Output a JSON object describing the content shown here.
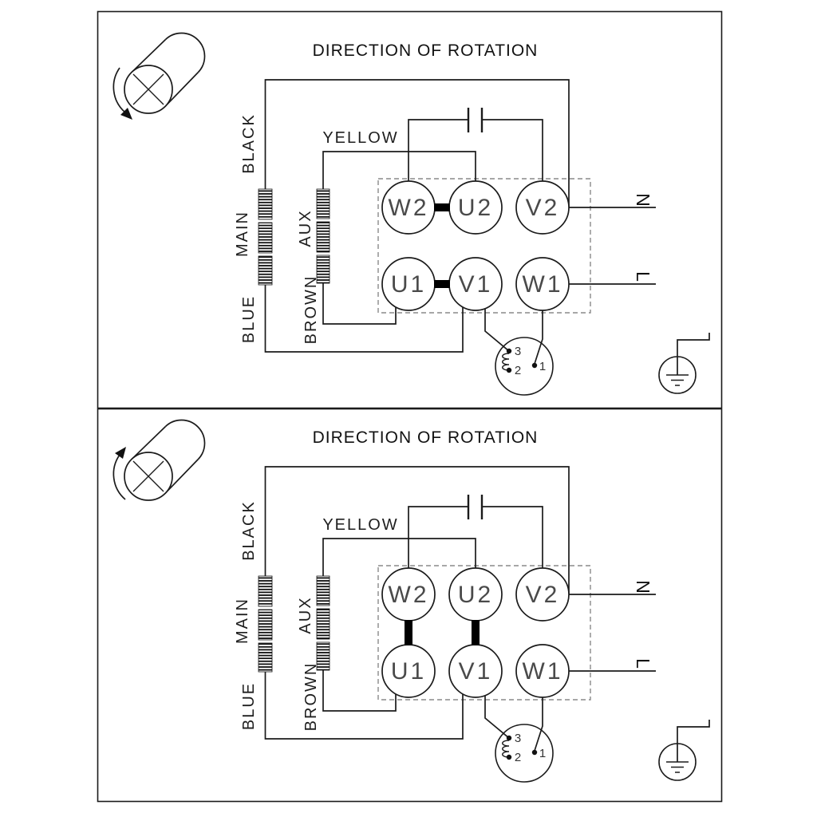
{
  "panels": [
    {
      "title": "DIRECTION OF ROTATION",
      "rotation_direction": "counterclockwise",
      "wire_labels": {
        "black": "BLACK",
        "main": "MAIN",
        "aux": "AUX",
        "blue": "BLUE",
        "brown": "BROWN",
        "yellow": "YELLOW"
      },
      "terminals": {
        "w2": "W2",
        "u2": "U2",
        "v2": "V2",
        "u1": "U1",
        "v1": "V1",
        "w1": "W1"
      },
      "links": [
        "W2-U2",
        "U1-V1"
      ],
      "supply": {
        "neutral": "N",
        "line": "L"
      },
      "protector_pins": {
        "pin3": "3",
        "pin2": "2",
        "pin1": "1"
      }
    },
    {
      "title": "DIRECTION OF ROTATION",
      "rotation_direction": "clockwise",
      "wire_labels": {
        "black": "BLACK",
        "main": "MAIN",
        "aux": "AUX",
        "blue": "BLUE",
        "brown": "BROWN",
        "yellow": "YELLOW"
      },
      "terminals": {
        "w2": "W2",
        "u2": "U2",
        "v2": "V2",
        "u1": "U1",
        "v1": "V1",
        "w1": "W1"
      },
      "links": [
        "W2-U1",
        "U2-V1"
      ],
      "supply": {
        "neutral": "N",
        "line": "L"
      },
      "protector_pins": {
        "pin3": "3",
        "pin2": "2",
        "pin1": "1"
      }
    }
  ]
}
